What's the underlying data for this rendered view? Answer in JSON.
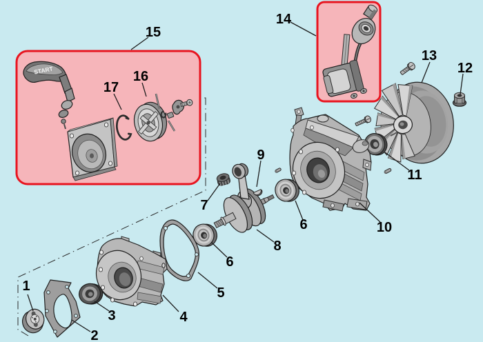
{
  "diagram": {
    "type": "exploded parts diagram",
    "handle_text": "START"
  },
  "colors": {
    "background": "#c9eaf0",
    "highlight_fill": "#f6b5ba",
    "highlight_border": "#e8141f",
    "line": "#1c1c1c"
  },
  "callouts": [
    {
      "label": "1"
    },
    {
      "label": "2"
    },
    {
      "label": "3"
    },
    {
      "label": "4"
    },
    {
      "label": "5"
    },
    {
      "label": "6"
    },
    {
      "label": "6"
    },
    {
      "label": "7"
    },
    {
      "label": "8"
    },
    {
      "label": "9"
    },
    {
      "label": "10"
    },
    {
      "label": "11"
    },
    {
      "label": "12"
    },
    {
      "label": "13"
    },
    {
      "label": "14"
    },
    {
      "label": "15"
    },
    {
      "label": "16"
    },
    {
      "label": "17"
    }
  ]
}
